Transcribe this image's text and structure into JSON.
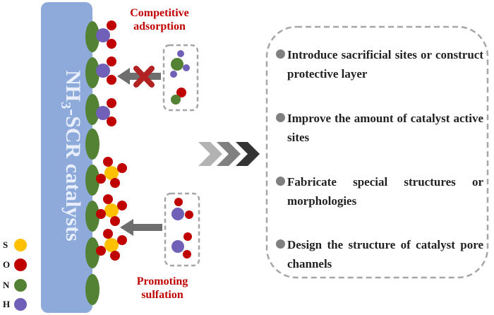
{
  "catalyst": {
    "label_main": "NH",
    "label_sub": "3",
    "label_rest": "-SCR catalysts"
  },
  "annotations": {
    "top": [
      "Competitive",
      "adsorption"
    ],
    "bottom": [
      "Promoting",
      "sulfation"
    ]
  },
  "legend": [
    {
      "symbol": "S",
      "color": "#ffc000"
    },
    {
      "symbol": "O",
      "color": "#c00000"
    },
    {
      "symbol": "N",
      "color": "#548235"
    },
    {
      "symbol": "H",
      "color": "#7060b8"
    }
  ],
  "strategies": [
    "Introduce sacrificial sites or construct protective layer",
    "Improve the amount of catalyst active sites",
    "Fabricate special structures or morphologies",
    "Design the structure of catalyst pore channels"
  ],
  "colors": {
    "catalyst": "#8eaadb",
    "sulfur": "#ffc000",
    "oxygen": "#c00000",
    "nitrogen": "#548235",
    "hydrogen": "#7060b8",
    "arrow": "#6e6e6e",
    "dash": "#a6a6a6",
    "blocked": "#b22222"
  }
}
